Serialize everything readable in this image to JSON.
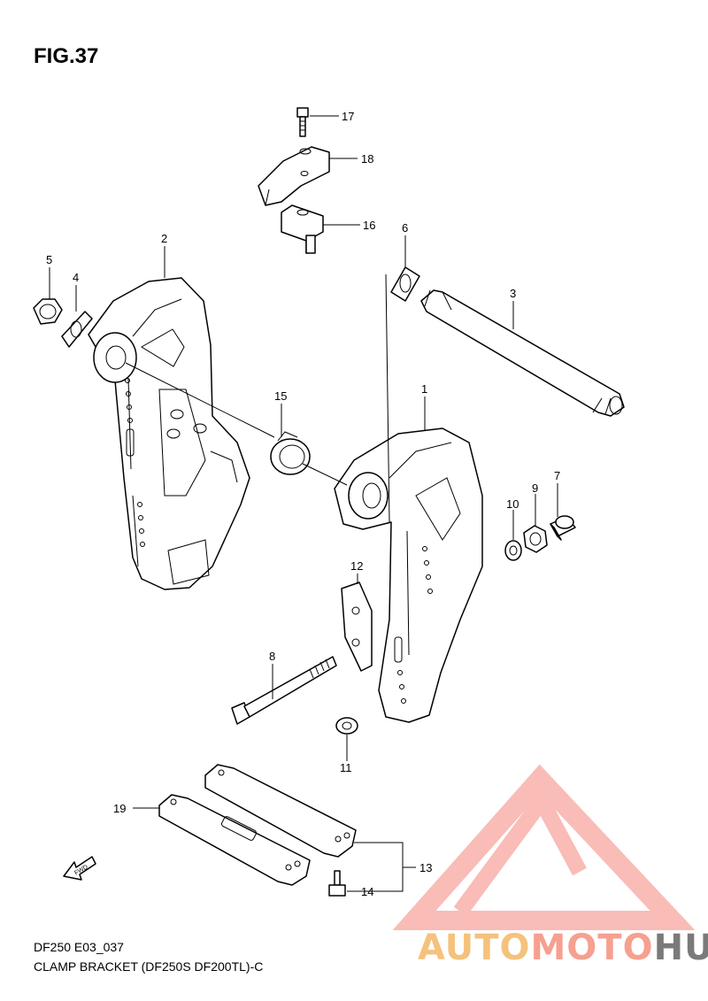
{
  "figure": {
    "title": "FIG.37",
    "code": "DF250 E03_037",
    "caption": "CLAMP BRACKET (DF250S DF200TL)-C"
  },
  "direction_tag": "FWD",
  "callouts": [
    "1",
    "2",
    "3",
    "4",
    "5",
    "6",
    "7",
    "8",
    "9",
    "10",
    "11",
    "12",
    "13",
    "14",
    "15",
    "16",
    "17",
    "18",
    "19"
  ],
  "watermark": {
    "part1": "AUTO",
    "part2": "MOTO",
    "part3": "HUB",
    "colors": {
      "auto": "#f5c27c",
      "moto": "#f6a090",
      "hub": "#7a7a7a",
      "logo": "#f7a6a0"
    }
  }
}
